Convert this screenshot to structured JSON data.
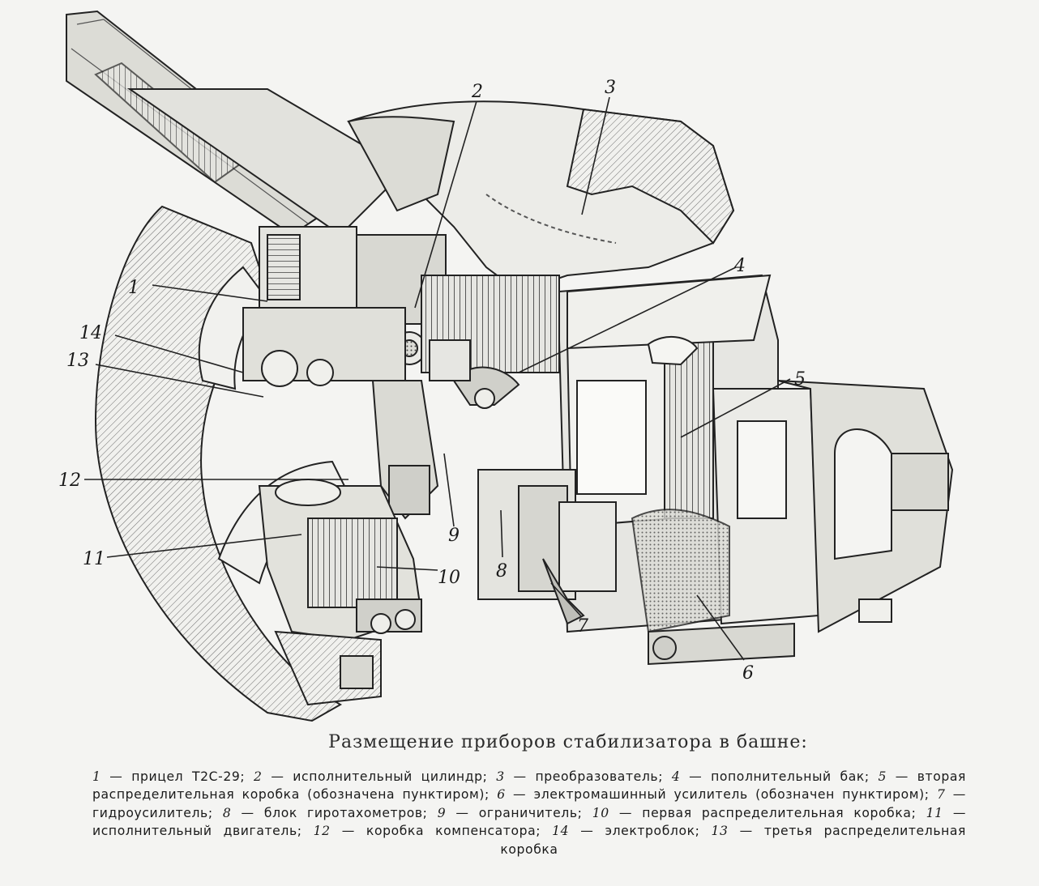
{
  "figure": {
    "callouts": [
      {
        "id": "1",
        "label": "1"
      },
      {
        "id": "2",
        "label": "2"
      },
      {
        "id": "3",
        "label": "3"
      },
      {
        "id": "4",
        "label": "4"
      },
      {
        "id": "5",
        "label": "5"
      },
      {
        "id": "6",
        "label": "6"
      },
      {
        "id": "7",
        "label": "7"
      },
      {
        "id": "8",
        "label": "8"
      },
      {
        "id": "9",
        "label": "9"
      },
      {
        "id": "10",
        "label": "10"
      },
      {
        "id": "11",
        "label": "11"
      },
      {
        "id": "12",
        "label": "12"
      },
      {
        "id": "13",
        "label": "13"
      },
      {
        "id": "14",
        "label": "14"
      }
    ]
  },
  "caption": {
    "title": "Размещение приборов стабилизатора в башне:",
    "legend": [
      {
        "num": "1",
        "text": "прицел Т2С-29;"
      },
      {
        "num": "2",
        "text": "исполнительный цилиндр;"
      },
      {
        "num": "3",
        "text": "преобразователь;"
      },
      {
        "num": "4",
        "text": "пополнительный бак;"
      },
      {
        "num": "5",
        "text": "вторая распределительная коробка (обозначена пунктиром);"
      },
      {
        "num": "6",
        "text": "электромашинный усилитель (обозначен пунктиром);"
      },
      {
        "num": "7",
        "text": "гидроусилитель;"
      },
      {
        "num": "8",
        "text": "блок гиротахометров;"
      },
      {
        "num": "9",
        "text": "ограничитель;"
      },
      {
        "num": "10",
        "text": "первая распределительная коробка;"
      },
      {
        "num": "11",
        "text": "исполнительный двигатель;"
      },
      {
        "num": "12",
        "text": "коробка компенсатора;"
      },
      {
        "num": "14",
        "text": "электроблок;"
      },
      {
        "num": "13",
        "text": "третья распределительная коробка"
      }
    ]
  }
}
